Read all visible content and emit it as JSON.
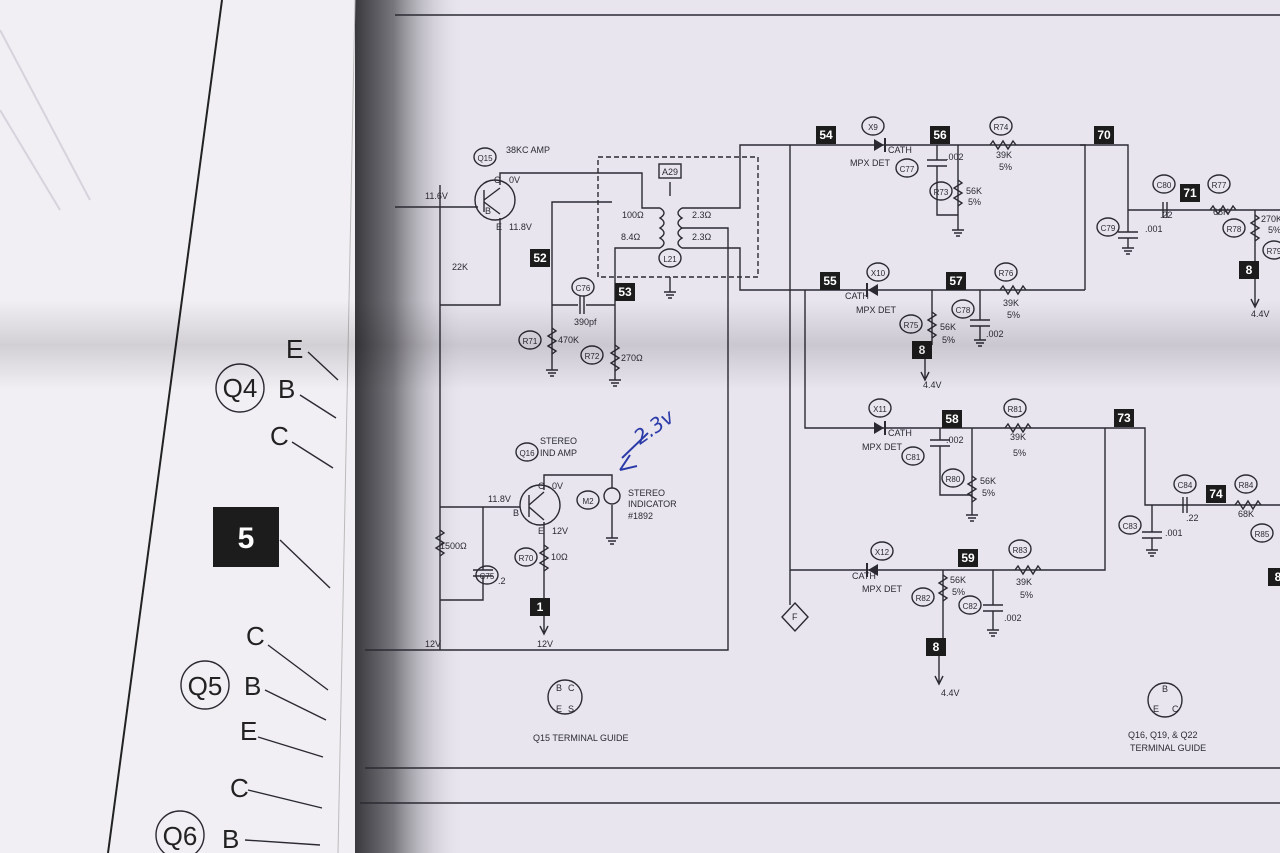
{
  "left_page": {
    "q4": "Q4",
    "q5": "Q5",
    "q6": "Q6",
    "box5": "5",
    "q4_pins": [
      "E",
      "B",
      "C"
    ],
    "q5_pins": [
      "C",
      "B",
      "E"
    ],
    "q6_pins": [
      "C",
      "B"
    ]
  },
  "q15": {
    "ref": "Q15",
    "title": "38KC AMP",
    "c": "C",
    "c_v": "0V",
    "b": "B",
    "b_v": "11.6V",
    "e": "E",
    "e_v": "11.8V",
    "faint_r": "22K"
  },
  "transformer": {
    "ref": "A29",
    "coil": "L21",
    "pri_top": "100Ω",
    "pri_bot": "8.4Ω",
    "sec_top": "2.3Ω",
    "sec_bot": "2.3Ω"
  },
  "nodes": {
    "n52": "52",
    "n53": "53",
    "n54": "54",
    "n55": "55",
    "n56": "56",
    "n57": "57",
    "n58": "58",
    "n59": "59",
    "n70": "70",
    "n71": "71",
    "n73": "73",
    "n74": "74",
    "n1": "1",
    "n8a": "8",
    "n8b": "8",
    "n8c": "8",
    "n8d": "8"
  },
  "parts": {
    "C76": "C76",
    "C76_v": "390pf",
    "R71": "R71",
    "R71_v": "470K",
    "R72": "R72",
    "R72_v": "270Ω",
    "Q16": "Q16",
    "Q16_t1": "STEREO",
    "Q16_t2": "IND AMP",
    "Q16_b_v": "11.8V",
    "Q16_c": "C",
    "Q16_c_v": "0V",
    "Q16_b": "B",
    "Q16_e": "E",
    "Q16_e_v": "12V",
    "R70": "R70",
    "R70_v": "10Ω",
    "v12": "12V",
    "r1500": "1500Ω",
    "C75": "C75",
    "C75_v": ".2",
    "faint_12v": "12V",
    "M2": "M2",
    "M2_t1": "STEREO",
    "M2_t2": "INDICATOR",
    "M2_t3": "#1892",
    "X9": "X9",
    "X10": "X10",
    "X11": "X11",
    "X12": "X12",
    "cath": "CATH",
    "mpx": "MPX DET",
    "C77": "C77",
    "C77_v": ".002",
    "R73": "R73",
    "R73_v": "56K",
    "pct": "5%",
    "R74": "R74",
    "R74_v": "39K",
    "C79": "C79",
    "C79_v": ".001",
    "C80": "C80",
    "C80_v": ".22",
    "R77": "R77",
    "R77_v": "68K",
    "R78": "R78",
    "R78_v": "270K",
    "R79": "R79",
    "v44": "4.4V",
    "R75": "R75",
    "R75_v": "56K",
    "C78": "C78",
    "C78_v": ".002",
    "R76": "R76",
    "R76_v": "39K",
    "C81": "C81",
    "C81_v": ".002",
    "R80": "R80",
    "R80_v": "56K",
    "R81": "R81",
    "R81_v": "39K",
    "C83": "C83",
    "C83_v": ".001",
    "C84": "C84",
    "C84_v": ".22",
    "R84": "R84",
    "R84_v": "68K",
    "R85": "R85",
    "R82": "R82",
    "R82_v": "56K",
    "C82": "C82",
    "C82_v": ".002",
    "R83": "R83",
    "R83_v": "39K",
    "F": "F"
  },
  "terminal_guides": {
    "q15": "Q15 TERMINAL GUIDE",
    "q15_pins": [
      "B",
      "C",
      "E",
      "S"
    ],
    "q16_l1": "Q16, Q19, & Q22",
    "q16_l2": "TERMINAL GUIDE",
    "q16_pins": [
      "B",
      "E",
      "C"
    ]
  },
  "annotation": {
    "handwritten": "2.3v"
  }
}
